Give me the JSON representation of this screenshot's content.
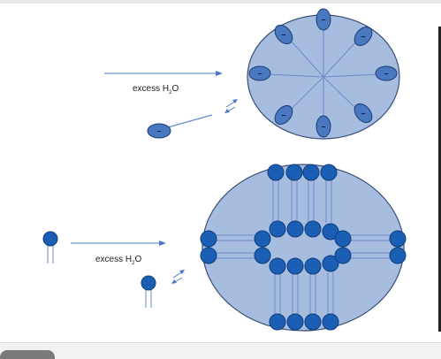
{
  "diagram": {
    "top_label": {
      "text": "excess H",
      "sub": "2",
      "tail": "O"
    },
    "bottom_label": {
      "text": "excess H",
      "sub": "2",
      "tail": "O"
    },
    "charge_symbol": "–"
  },
  "colors": {
    "micelle_fill": "#a7bde0",
    "micelle_stroke": "#3a4f78",
    "head_dark": "#1a5fb4",
    "head_oval": "#4a78c0",
    "arrow": "#4a78c0",
    "tail": "#6b8cc8"
  },
  "icons": [
    "micelle",
    "bilayer-vesicle",
    "surfactant-molecule",
    "phospholipid-molecule",
    "equilibrium-arrows"
  ]
}
